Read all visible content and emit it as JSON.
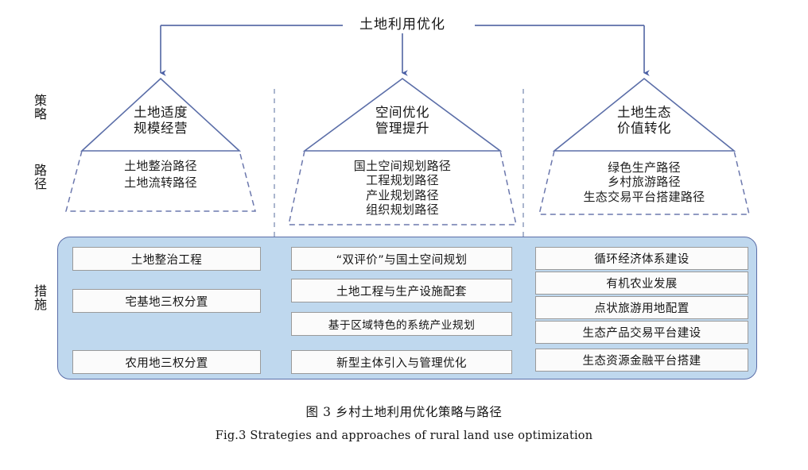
{
  "figure": {
    "root_title": "土地利用优化",
    "row_labels": [
      {
        "id": "strategy",
        "text": "策略"
      },
      {
        "id": "path",
        "text": "路径"
      },
      {
        "id": "measure",
        "text": "措施"
      }
    ],
    "columns": [
      {
        "id": "col1",
        "strategy": {
          "line1": "土地适度",
          "line2": "规模经营"
        },
        "paths": [
          "土地整治路径",
          "土地流转路径"
        ],
        "measures": [
          "土地整治工程",
          "宅基地三权分置",
          "农用地三权分置"
        ]
      },
      {
        "id": "col2",
        "strategy": {
          "line1": "空间优化",
          "line2": "管理提升"
        },
        "paths": [
          "国土空间规划路径",
          "工程规划路径",
          "产业规划路径",
          "组织规划路径"
        ],
        "measures": [
          "“双评价”与国土空间规划",
          "土地工程与生产设施配套",
          "基于区域特色的系统产业规划",
          "新型主体引入与管理优化"
        ]
      },
      {
        "id": "col3",
        "strategy": {
          "line1": "土地生态",
          "line2": "价值转化"
        },
        "paths": [
          "绿色生产路径",
          "乡村旅游路径",
          "生态交易平台搭建路径"
        ],
        "measures": [
          "循环经济体系建设",
          "有机农业发展",
          "点状旅游用地配置",
          "生态产品交易平台建设",
          "生态资源金融平台搭建"
        ]
      }
    ],
    "caption_cn": "图 3   乡村土地利用优化策略与路径",
    "caption_en": "Fig.3   Strategies and approaches of rural land use optimization",
    "colors": {
      "connector": "#5b6ea8",
      "triangle_stroke": "#5b6ea8",
      "dashed_stroke": "#6c78ad",
      "panel_fill": "#bfd8ee",
      "panel_stroke": "#5b6ea8",
      "box_fill": "#fbfbfb",
      "box_stroke": "#9a9a9a",
      "text": "#161616"
    }
  }
}
